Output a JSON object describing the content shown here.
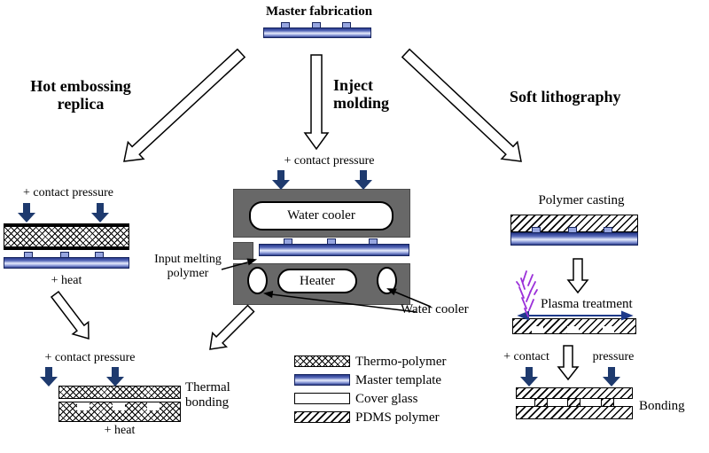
{
  "master": {
    "label": "Master fabrication"
  },
  "branches": {
    "hot_embossing": {
      "line1": "Hot embossing",
      "line2": "replica"
    },
    "inject_molding": {
      "line1": "Inject",
      "line2": "molding"
    },
    "soft_lithography": {
      "label": "Soft lithography"
    }
  },
  "hot_embossing": {
    "contact_pressure": "+ contact pressure",
    "heat": "+ heat"
  },
  "thermal_bonding": {
    "contact_pressure": "+ contact pressure",
    "line1": "Thermal",
    "line2": "bonding",
    "heat": "+ heat"
  },
  "inject_molding": {
    "contact_pressure": "+ contact pressure",
    "water_cooler_top": "Water cooler",
    "heater": "Heater",
    "input_line1": "Input melting",
    "input_line2": "polymer",
    "water_cooler_bottom": "Water cooler"
  },
  "soft_lithography": {
    "polymer_casting": "Polymer casting",
    "plasma_treatment": "Plasma treatment",
    "contact": "+ contact",
    "pressure": "pressure",
    "bonding": "Bonding"
  },
  "legend": {
    "items": [
      {
        "label": "Thermo-polymer",
        "pattern": "crosshatch"
      },
      {
        "label": "Master template",
        "pattern": "master-gradient"
      },
      {
        "label": "Cover glass",
        "pattern": "plain"
      },
      {
        "label": "PDMS polymer",
        "pattern": "diagonal-hatch"
      }
    ]
  },
  "colors": {
    "pressure_arrow_navy": "#1e3a6e",
    "master_blue": "#26388a",
    "mold_gray": "#686868",
    "plasma_purple": "#9b30d9",
    "double_arrow_blue": "#1e3a8a"
  }
}
